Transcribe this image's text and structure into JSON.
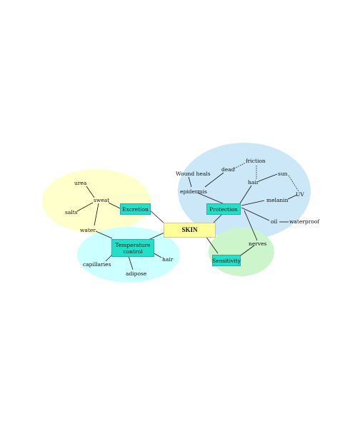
{
  "center": "SKIN",
  "branches": {
    "excretion": "Excretion",
    "protection": "Protection",
    "temperature": "Temperature control",
    "sensitivity": "Sensitivity"
  },
  "terms": {
    "urea": "urea",
    "sweat": "sweat",
    "salts": "salts",
    "water": "water",
    "capillaries": "capillaries",
    "adipose": "adipose",
    "hair_temp": "hair",
    "wound_heals": "Wound heals",
    "dead": "dead",
    "friction": "friction",
    "epidermis": "epidermis",
    "hair_prot": "hair",
    "sun": "sun",
    "uv": "UV",
    "melanin": "melanin",
    "oil": "oil",
    "waterproof": "waterproof",
    "nerves": "nerves"
  },
  "colors": {
    "excretion_region": "#ffffcc",
    "temperature_region": "#ccffff",
    "protection_region": "#cce8f8",
    "sensitivity_region": "#ccf5cc",
    "branch_box": "#22e0c8",
    "center_box": "#ffff99"
  }
}
